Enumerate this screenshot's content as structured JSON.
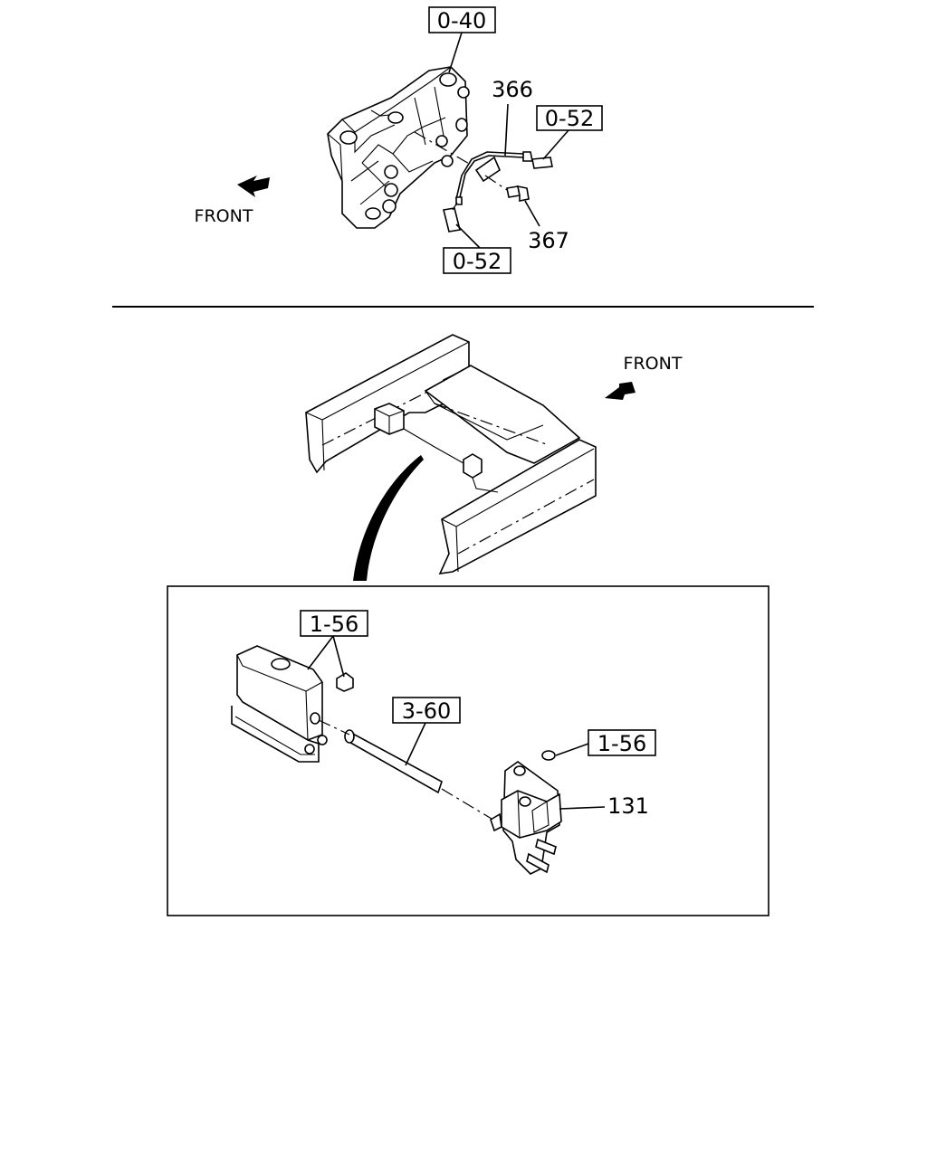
{
  "top_view": {
    "refs": {
      "r1": "0-40",
      "r2": "0-52",
      "r3": "0-52"
    },
    "parts": {
      "p366": "366",
      "p367": "367"
    },
    "front_label": "FRONT"
  },
  "frame_view": {
    "front_label": "FRONT"
  },
  "detail_view": {
    "refs": {
      "r1": "1-56",
      "r2": "3-60",
      "r3": "1-56"
    },
    "parts": {
      "p131": "131"
    }
  }
}
